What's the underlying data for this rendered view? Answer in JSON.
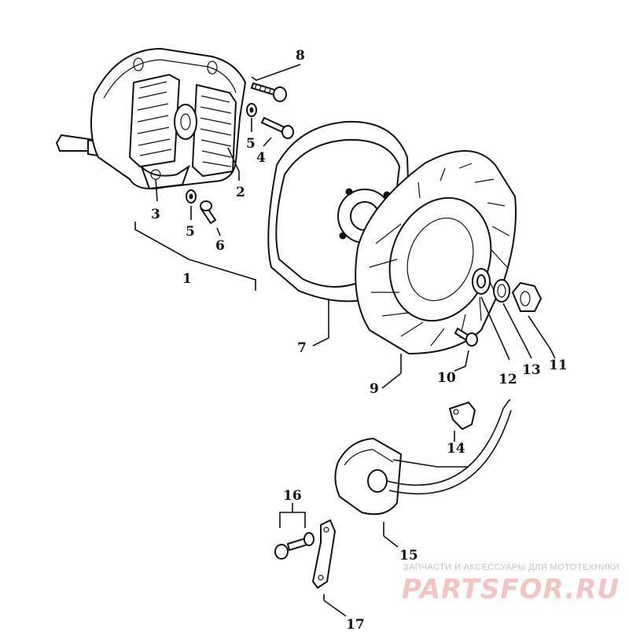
{
  "diagram": {
    "callouts": [
      {
        "id": "1",
        "text": "1"
      },
      {
        "id": "2",
        "text": "2"
      },
      {
        "id": "3",
        "text": "3"
      },
      {
        "id": "4",
        "text": "4"
      },
      {
        "id": "5a",
        "text": "5"
      },
      {
        "id": "5b",
        "text": "5"
      },
      {
        "id": "6",
        "text": "6"
      },
      {
        "id": "7",
        "text": "7"
      },
      {
        "id": "8",
        "text": "8"
      },
      {
        "id": "9",
        "text": "9"
      },
      {
        "id": "10",
        "text": "10"
      },
      {
        "id": "11",
        "text": "11"
      },
      {
        "id": "12",
        "text": "12"
      },
      {
        "id": "13",
        "text": "13"
      },
      {
        "id": "14",
        "text": "14"
      },
      {
        "id": "15",
        "text": "15"
      },
      {
        "id": "16",
        "text": "16"
      },
      {
        "id": "17",
        "text": "17"
      }
    ]
  },
  "watermark": {
    "subtitle": "ЗАПЧАСТИ И АКСЕССУАРЫ ДЛЯ МОТОТЕХНИКИ",
    "brand": "PARTSFOR.RU"
  }
}
